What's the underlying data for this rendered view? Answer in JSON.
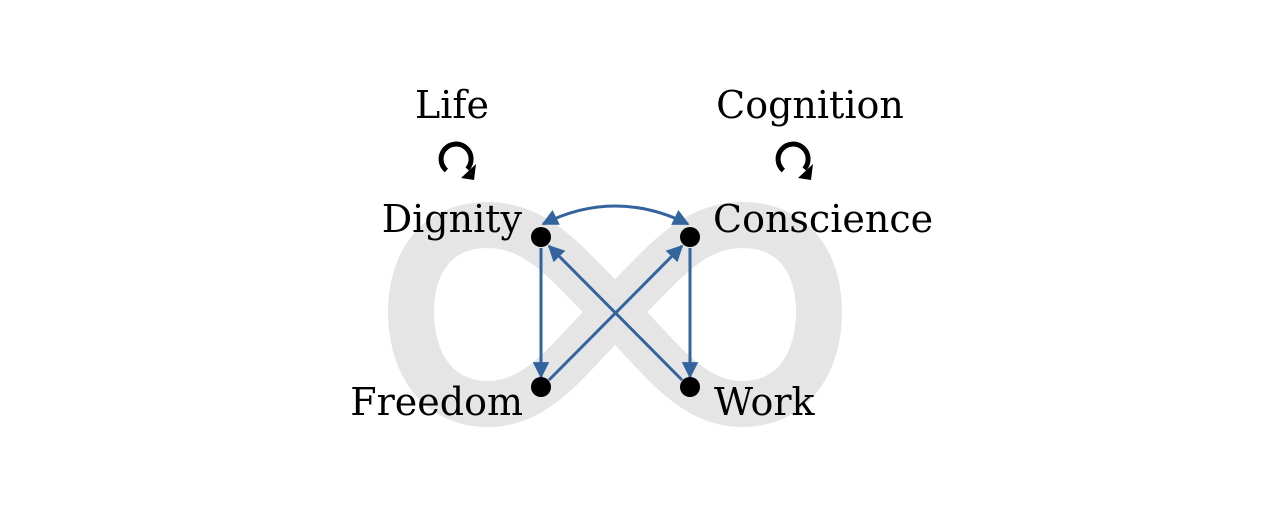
{
  "diagram": {
    "labels": {
      "life": "Life",
      "cognition": "Cognition",
      "dignity": "Dignity",
      "conscience": "Conscience",
      "freedom": "Freedom",
      "work": "Work"
    },
    "icons": {
      "life_cycle": "clockwise-cycle-icon",
      "cognition_cycle": "clockwise-cycle-icon"
    },
    "colors": {
      "edge": "#33649e",
      "node": "#000000",
      "background_symbol": "#e5e5e5",
      "text": "#000000"
    },
    "edges": [
      {
        "from": "Dignity",
        "to": "Conscience",
        "direction": "both"
      },
      {
        "from": "Dignity",
        "to": "Freedom",
        "direction": "forward"
      },
      {
        "from": "Conscience",
        "to": "Work",
        "direction": "forward"
      },
      {
        "from": "Freedom",
        "to": "Conscience",
        "direction": "forward"
      },
      {
        "from": "Work",
        "to": "Dignity",
        "direction": "forward"
      }
    ]
  }
}
